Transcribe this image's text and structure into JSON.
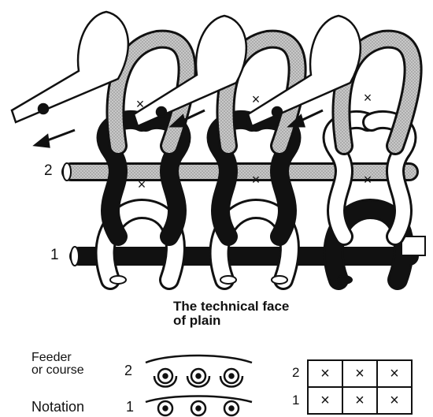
{
  "diagram": {
    "course_labels": [
      "2",
      "1"
    ],
    "caption_line1": "The technical face",
    "caption_line2": "of plain",
    "legend": {
      "line1": "Feeder",
      "line2": "or course",
      "line3": "Notation",
      "row_top": "2",
      "row_bottom": "1"
    },
    "grid": {
      "row_labels": [
        "2",
        "1"
      ],
      "cells": [
        [
          "×",
          "×",
          "×"
        ],
        [
          "×",
          "×",
          "×"
        ]
      ]
    },
    "loop_marks": [
      "×",
      "×",
      "×",
      "×",
      "×",
      "×"
    ],
    "colors": {
      "black_yarn": "#111111",
      "grey_yarn": "#b9b9b9",
      "white_yarn": "#ffffff",
      "outline": "#111111"
    }
  }
}
